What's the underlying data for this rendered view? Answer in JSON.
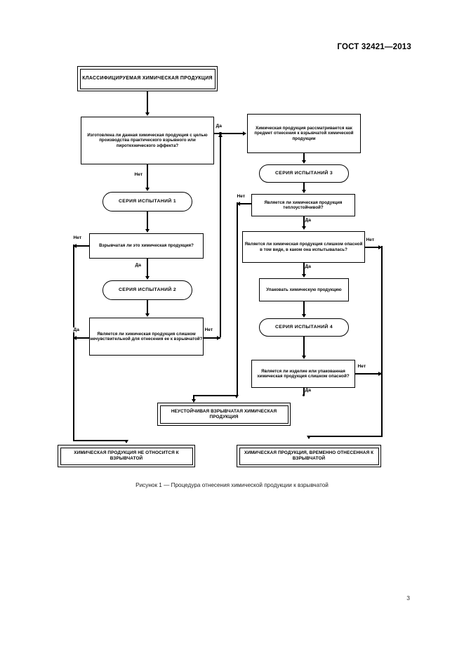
{
  "document": {
    "standard_header": "ГОСТ 32421—2013",
    "page_number": "3",
    "figure_caption": "Рисунок 1 — Процедура отнесения химической продукции к взрывчатой"
  },
  "flowchart": {
    "nodes": {
      "start": "КЛАССИФИЦИРУЕМАЯ ХИМИЧЕСКАЯ ПРОДУКЦИЯ",
      "q_manufactured": "Изготовлена ли данная химическая продукция с целью производства практического взрывного или пиротехнического эффекта?",
      "test_series_1": "СЕРИЯ ИСПЫТАНИЙ 1",
      "q_is_explosive": "Взрывчатая ли это химическая продукция?",
      "test_series_2": "СЕРИЯ ИСПЫТАНИЙ 2",
      "q_too_insensitive": "Является ли химическая продукция слишком нечувствительной для отнесения ее к взрывчатой?",
      "candidate_explosive": "Химическая продукция рассматривается как предмет отнесения к взрывчатой химической продукции",
      "test_series_3": "СЕРИЯ ИСПЫТАНИЙ 3",
      "q_thermally_stable": "Является ли химическая продукция теплоустойчивой?",
      "q_too_dangerous_as_tested": "Является ли химическая продукция слишком опасной в том виде, в каком она испытывалась?",
      "pack_product": "Упаковать химическую продукцию",
      "test_series_4": "СЕРИЯ ИСПЫТАНИЙ 4",
      "q_packaged_too_dangerous": "Является ли изделие или упакованная химическая продукция слишком опасной?",
      "result_unstable": "НЕУСТОЙЧИВАЯ ВЗРЫВЧАТАЯ ХИМИЧЕСКАЯ ПРОДУКЦИЯ",
      "result_not_explosive": "ХИМИЧЕСКАЯ ПРОДУКЦИЯ НЕ ОТНОСИТСЯ К ВЗРЫВЧАТОЙ",
      "result_provisional": "ХИМИЧЕСКАЯ ПРОДУКЦИЯ, ВРЕМЕННО ОТНЕСЕННАЯ К ВЗРЫВЧАТОЙ"
    },
    "labels": {
      "yes": "Да",
      "no": "Нет",
      "manufactured_yes": "Да",
      "manufactured_no": "Нет",
      "is_explosive_no": "Нет",
      "is_explosive_yes": "Да",
      "too_insensitive_yes": "Да",
      "too_insensitive_no": "Нет",
      "thermally_stable_no": "Нет",
      "thermally_stable_yes": "Да",
      "too_dangerous_no": "Нет",
      "too_dangerous_yes": "Да",
      "packaged_no": "Нет",
      "packaged_yes": "Да"
    }
  }
}
